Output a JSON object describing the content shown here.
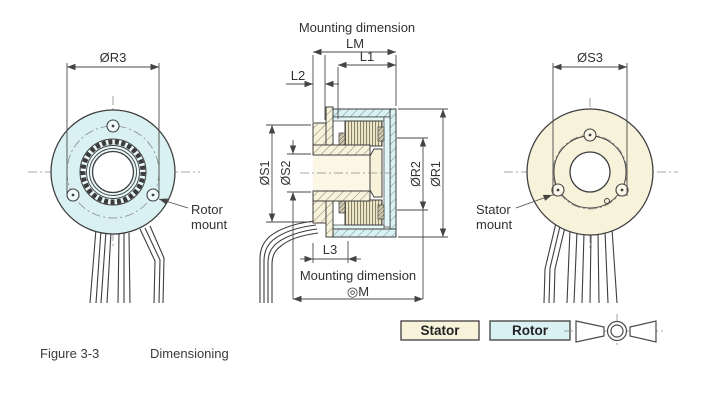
{
  "figure": {
    "label": "Figure 3-3",
    "caption": "Dimensioning"
  },
  "views": {
    "rotor_front": {
      "dim": "ØR3",
      "mount_line1": "Rotor",
      "mount_line2": "mount"
    },
    "cross_section": {
      "top_note": "Mounting dimension",
      "lm": "LM",
      "l1": "L1",
      "l2": "L2",
      "l3": "L3",
      "s1": "ØS1",
      "s2": "ØS2",
      "r2": "ØR2",
      "r1": "ØR1",
      "bottom_note": "Mounting dimension",
      "bottom_symbol": "◎M"
    },
    "stator_front": {
      "dim": "ØS3",
      "mount_line1": "Stator",
      "mount_line2": "mount"
    }
  },
  "legend": {
    "stator_label": "Stator",
    "rotor_label": "Rotor",
    "stator_color": "#f7f3da",
    "rotor_color": "#d9f1f2"
  }
}
